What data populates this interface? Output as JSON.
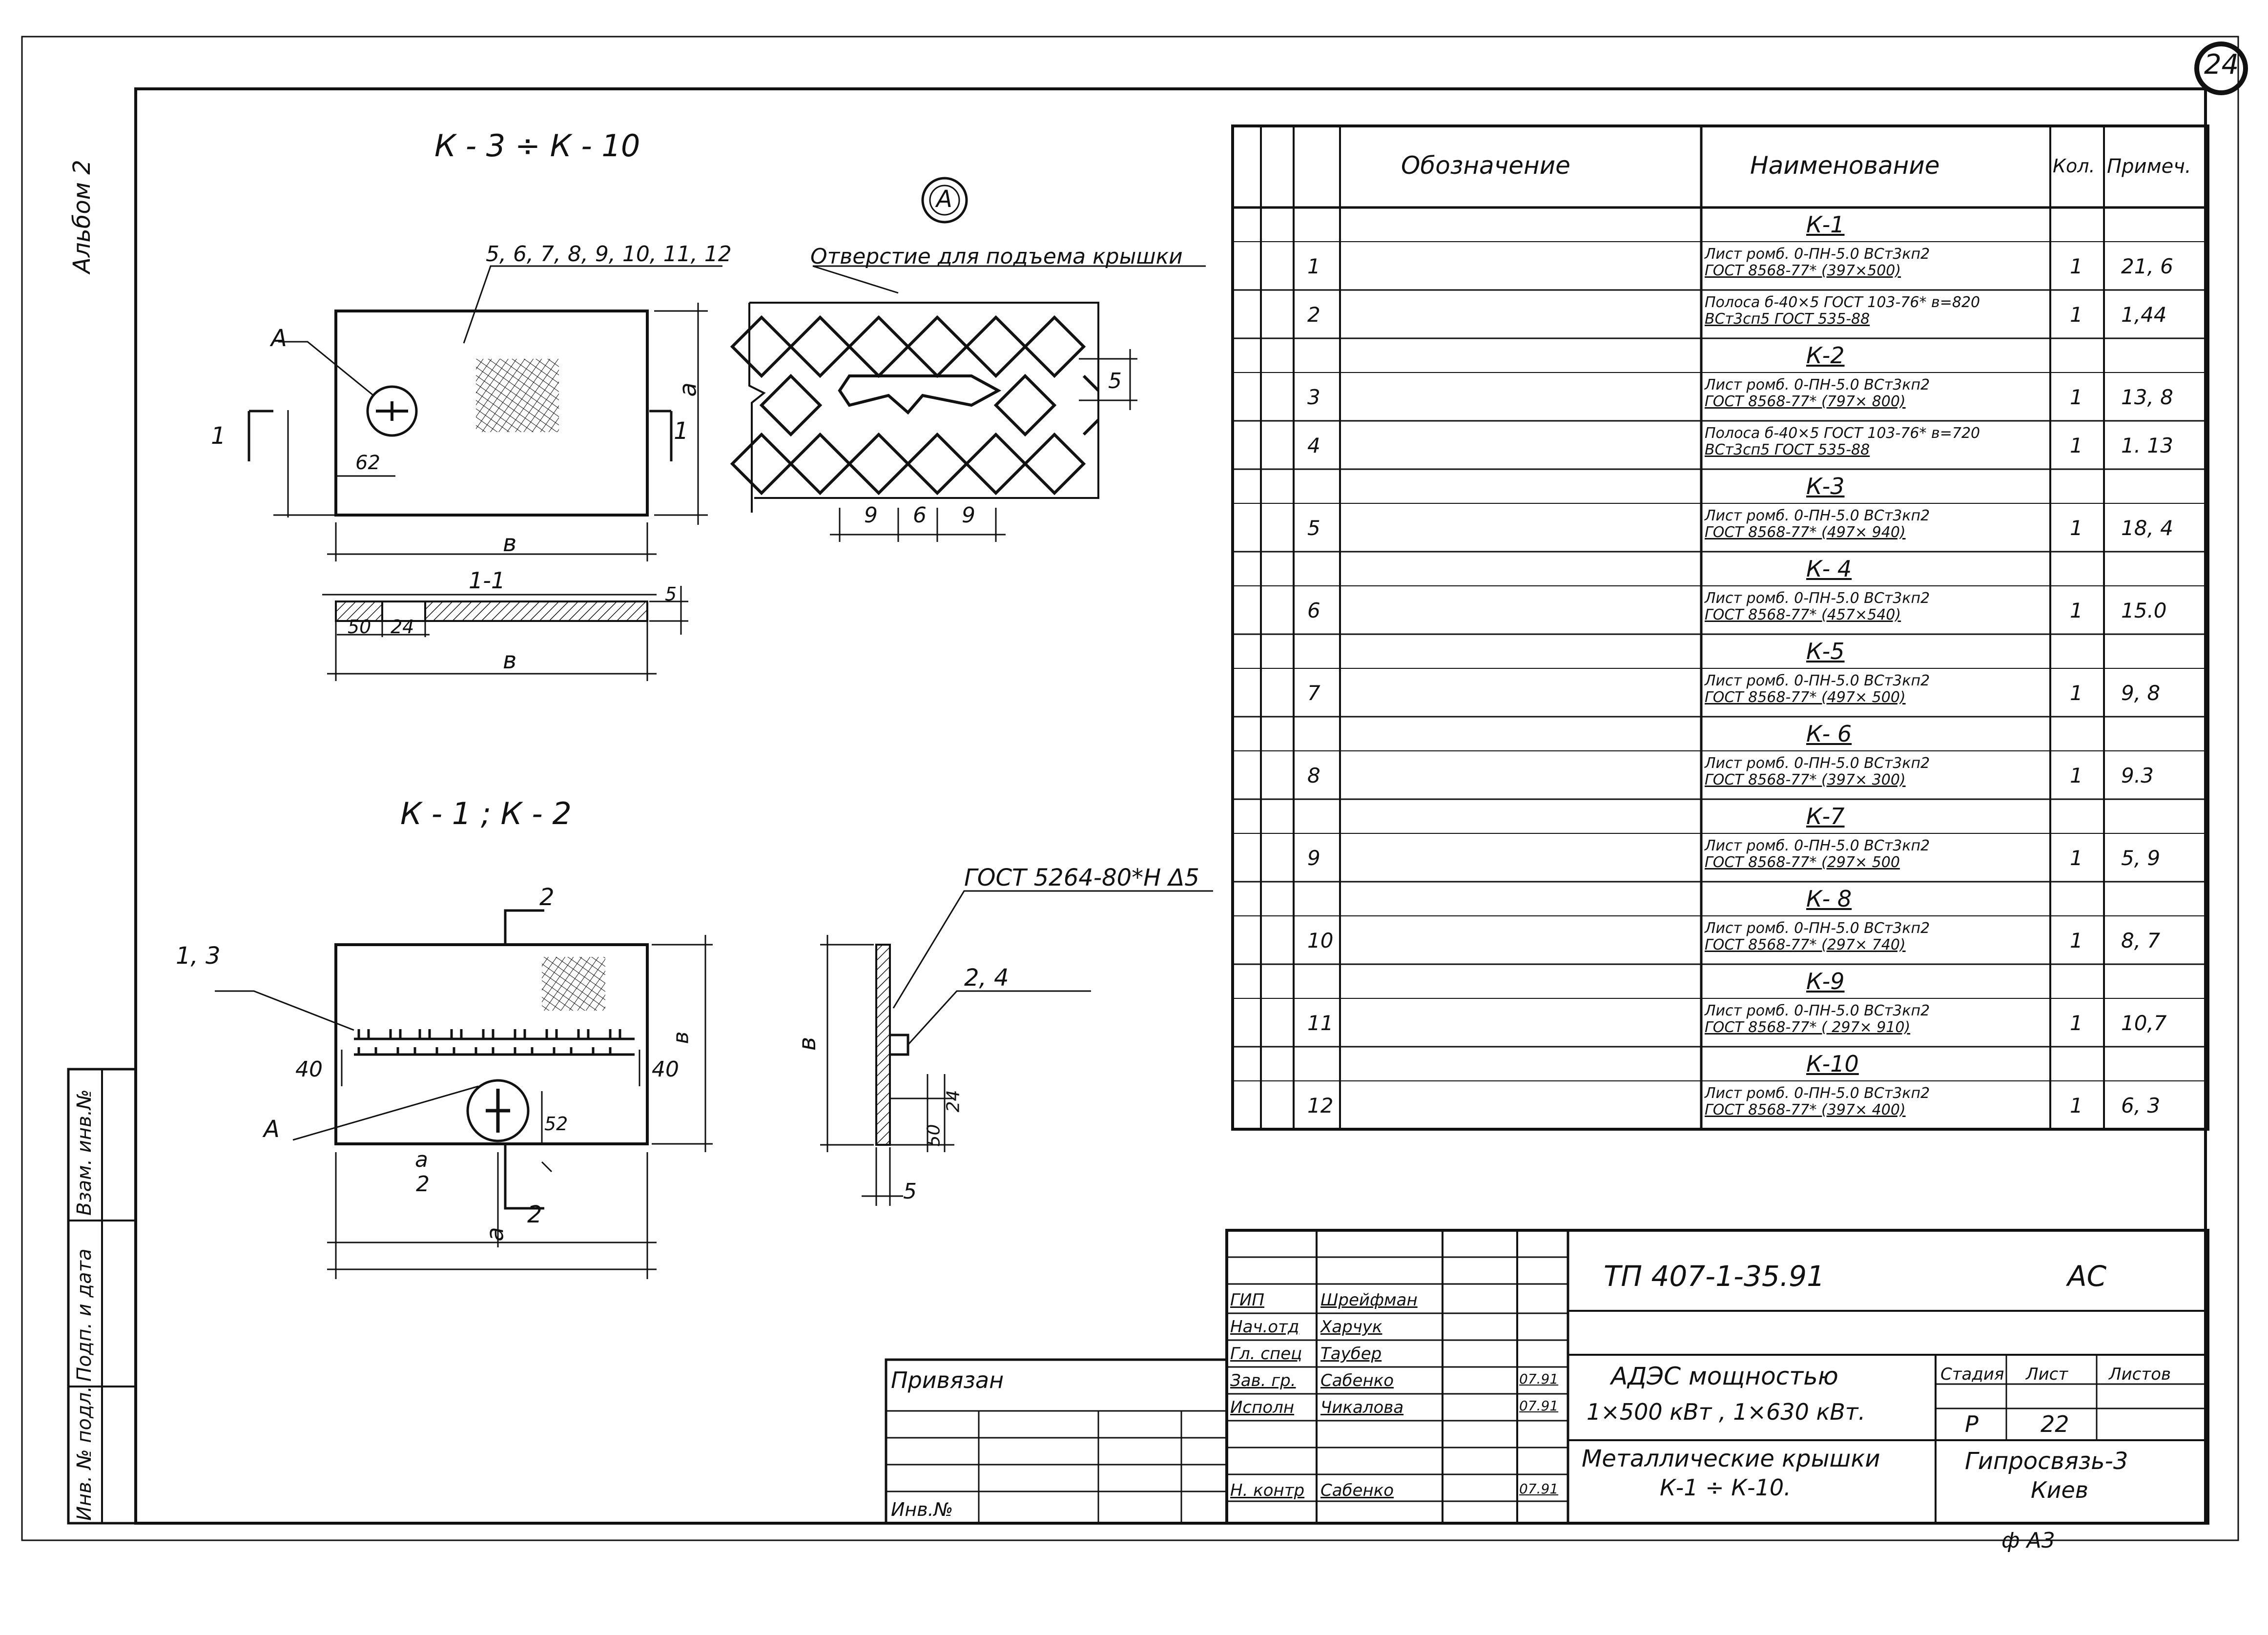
{
  "sheet": {
    "number": "24",
    "album": "Альбом 2",
    "format": "ф А3"
  },
  "views": {
    "title_k3_k10": "К - 3 ÷ К - 10",
    "title_k1_k2": "К - 1 ;   К - 2",
    "detail_mark": "А",
    "detail_caption": "Отверстие для подъема крышки",
    "positions_top": "5, 6, 7, 8, 9, 10, 11, 12",
    "positions_bottom": "1, 3",
    "positions_side": "2, 4",
    "weld_note": "ГОСТ 5264-80*Н Δ5",
    "section_1_1": "1-1",
    "dims": {
      "a": "а",
      "b": "в",
      "half_a": "а",
      "half_den": "2",
      "d62": "62",
      "d50": "50",
      "d24": "24",
      "d5": "5",
      "d40l": "40",
      "d40r": "40",
      "d52": "52",
      "d9a": "9",
      "d6": "6",
      "d9b": "9",
      "d5s": "5",
      "cut1": "1",
      "cut2": "2",
      "mark_A1": "А",
      "mark_A2": "А"
    }
  },
  "spec_table": {
    "headers": {
      "designation": "Обозначение",
      "name": "Наименование",
      "qty": "Кол.",
      "note": "Примеч."
    },
    "rows": [
      {
        "kind": "group",
        "text": "К-1"
      },
      {
        "kind": "item",
        "pos": "1",
        "line1": "Лист ромб. 0-ПН-5.0 ВСт3кп2",
        "line2": "ГОСТ 8568-77* (397×500)",
        "qty": "1",
        "note": "21, 6"
      },
      {
        "kind": "item",
        "pos": "2",
        "line1": "Полоса б-40×5 ГОСТ 103-76* в=820",
        "line2": "ВСт3сп5 ГОСТ 535-88",
        "qty": "1",
        "note": "1,44"
      },
      {
        "kind": "group",
        "text": "К-2"
      },
      {
        "kind": "item",
        "pos": "3",
        "line1": "Лист ромб. 0-ПН-5.0 ВСт3кп2",
        "line2": "ГОСТ 8568-77* (797× 800)",
        "qty": "1",
        "note": "13, 8"
      },
      {
        "kind": "item",
        "pos": "4",
        "line1": "Полоса б-40×5 ГОСТ 103-76* в=720",
        "line2": "ВСт3сп5 ГОСТ 535-88",
        "qty": "1",
        "note": "1. 13"
      },
      {
        "kind": "group",
        "text": "К-3"
      },
      {
        "kind": "item",
        "pos": "5",
        "line1": "Лист ромб. 0-ПН-5.0 ВСт3кп2",
        "line2": "ГОСТ 8568-77* (497× 940)",
        "qty": "1",
        "note": "18, 4"
      },
      {
        "kind": "group",
        "text": "К- 4"
      },
      {
        "kind": "item",
        "pos": "6",
        "line1": "Лист ромб. 0-ПН-5.0 ВСт3кп2",
        "line2": "ГОСТ 8568-77* (457×540)",
        "qty": "1",
        "note": "15.0"
      },
      {
        "kind": "group",
        "text": "К-5"
      },
      {
        "kind": "item",
        "pos": "7",
        "line1": "Лист ромб. 0-ПН-5.0 ВСт3кп2",
        "line2": "ГОСТ 8568-77* (497× 500)",
        "qty": "1",
        "note": "9, 8"
      },
      {
        "kind": "group",
        "text": "К- 6"
      },
      {
        "kind": "item",
        "pos": "8",
        "line1": "Лист ромб. 0-ПН-5.0 ВСт3кп2",
        "line2": "ГОСТ 8568-77* (397× 300)",
        "qty": "1",
        "note": "9.3"
      },
      {
        "kind": "group",
        "text": "К-7"
      },
      {
        "kind": "item",
        "pos": "9",
        "line1": "Лист ромб. 0-ПН-5.0 ВСт3кп2",
        "line2": "ГОСТ 8568-77* (297× 500",
        "qty": "1",
        "note": "5, 9"
      },
      {
        "kind": "group",
        "text": "К- 8"
      },
      {
        "kind": "item",
        "pos": "10",
        "line1": "Лист ромб. 0-ПН-5.0 ВСт3кп2",
        "line2": "ГОСТ 8568-77* (297× 740)",
        "qty": "1",
        "note": "8, 7"
      },
      {
        "kind": "group",
        "text": "К-9"
      },
      {
        "kind": "item",
        "pos": "11",
        "line1": "Лист ромб. 0-ПН-5.0 ВСт3кп2",
        "line2": "ГОСТ 8568-77* ( 297× 910)",
        "qty": "1",
        "note": "10,7"
      },
      {
        "kind": "group",
        "text": "К-10"
      },
      {
        "kind": "item",
        "pos": "12",
        "line1": "Лист ромб. 0-ПН-5.0 ВСт3кп2",
        "line2": "ГОСТ 8568-77* (397× 400)",
        "qty": "1",
        "note": "6, 3"
      }
    ]
  },
  "title_block": {
    "code": "ТП  407-1-35.91",
    "mark": "АС",
    "object_line1": "АДЭС мощностью",
    "object_line2": "1×500 кВт ,   1×630 кВт.",
    "drawing_line1": "Металлические крышки",
    "drawing_line2": "К-1 ÷ К-10.",
    "stage_label": "Стадия",
    "sheet_label": "Лист",
    "sheets_label": "Листов",
    "stage": "Р",
    "sheet": "22",
    "org_line1": "Гипросвязь-3",
    "org_line2": "Киев",
    "binding": "Привязан",
    "inv_no": "Инв.№",
    "signers": [
      {
        "role": "ГИП",
        "name": "Шрейфман",
        "date": ""
      },
      {
        "role": "Нач.отд",
        "name": "Харчук",
        "date": ""
      },
      {
        "role": "Гл. спец",
        "name": "Таубер",
        "date": ""
      },
      {
        "role": "Зав. гр.",
        "name": "Сабенко",
        "date": "07.91"
      },
      {
        "role": "Исполн",
        "name": "Чикалова",
        "date": "07.91"
      },
      {
        "role": "Н. контр",
        "name": "Сабенко",
        "date": "07.91"
      }
    ]
  },
  "side_stamp": {
    "col1": "Инв. № подл.",
    "col2": "Подп. и дата",
    "col3": "Взам. инв.№"
  }
}
